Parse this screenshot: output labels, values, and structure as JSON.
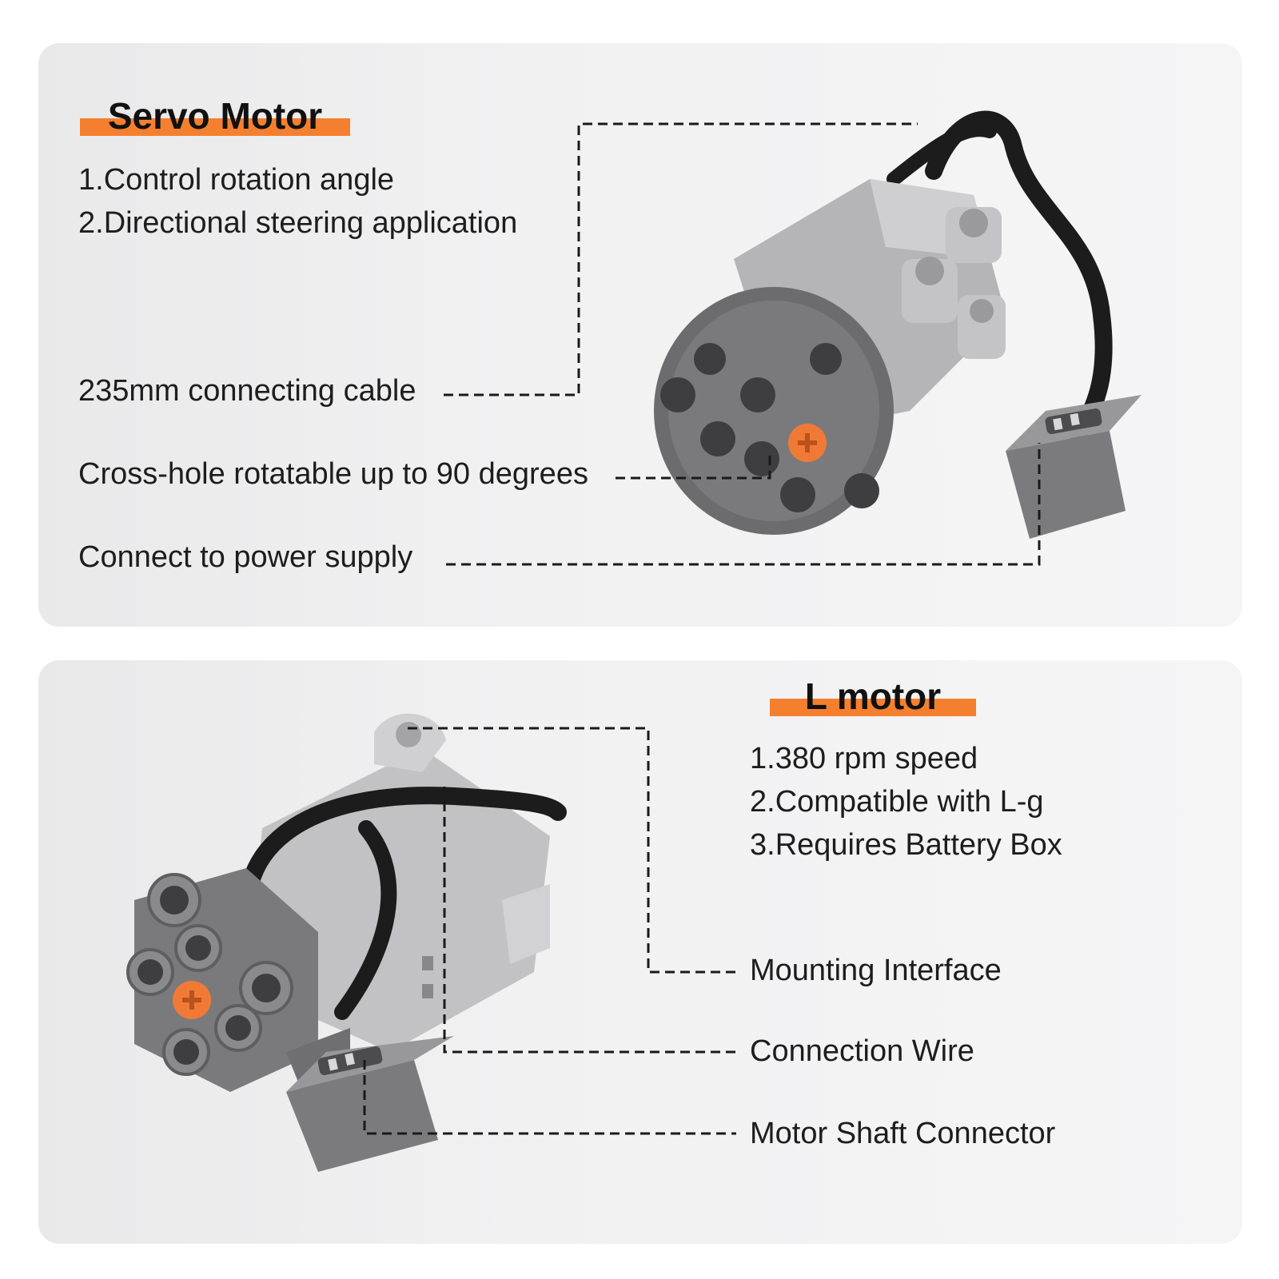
{
  "servo": {
    "title": "Servo Motor",
    "features": [
      "1.Control rotation angle",
      "2.Directional steering application"
    ],
    "callouts": {
      "cable": "235mm connecting cable",
      "cross_hole": "Cross-hole rotatable up to 90 degrees",
      "power": "Connect to power supply"
    }
  },
  "lmotor": {
    "title": "L motor",
    "features": [
      "1.380 rpm speed",
      "2.Compatible with L-g",
      "3.Requires Battery Box"
    ],
    "callouts": {
      "mounting": "Mounting Interface",
      "wire": "Connection Wire",
      "shaft": "Motor Shaft Connector"
    }
  },
  "colors": {
    "accent": "#f4802f",
    "motor_light": "#b9b9bb",
    "motor_dark": "#6f6f72",
    "cable": "#1c1c1c",
    "axle": "#f07a35"
  }
}
